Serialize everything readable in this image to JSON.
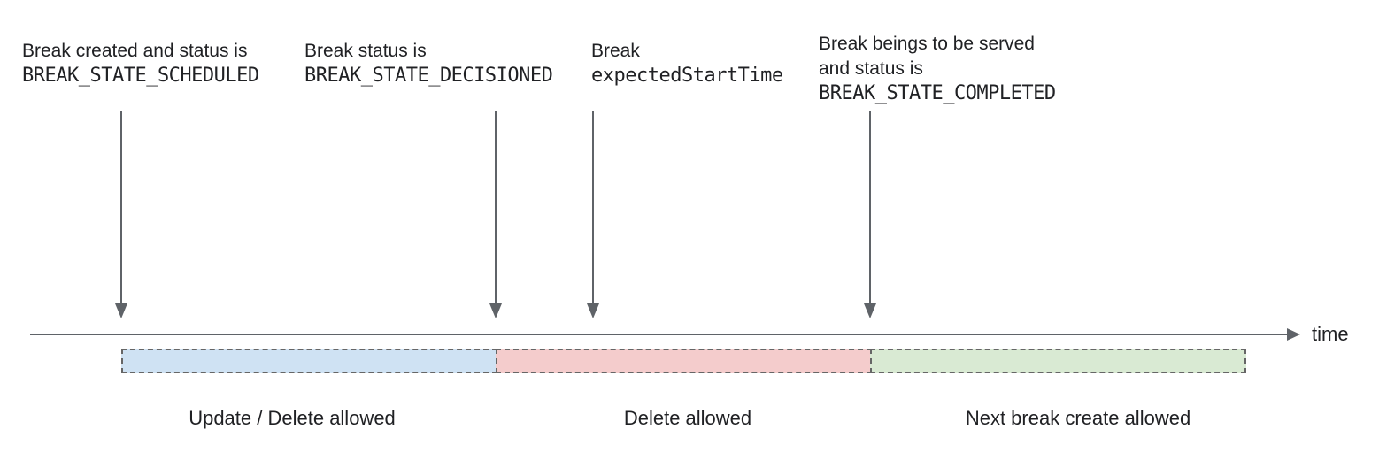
{
  "annotations": [
    {
      "line1": "Break created and status is",
      "line2": "BREAK_STATE_SCHEDULED"
    },
    {
      "line1": "Break status is",
      "line2": "BREAK_STATE_DECISIONED"
    },
    {
      "line1": "Break",
      "line2": "expectedStartTime"
    },
    {
      "line1": "Break beings to be served",
      "line2": "and status is",
      "line3": "BREAK_STATE_COMPLETED"
    }
  ],
  "timeline": {
    "axis_label": "time"
  },
  "segments": [
    {
      "label": "Update / Delete allowed",
      "color": "#cfe2f3"
    },
    {
      "label": "Delete allowed",
      "color": "#f4cccc"
    },
    {
      "label": "Next break create allowed",
      "color": "#d9ead3"
    }
  ],
  "colors": {
    "arrow_gray": "#5f6368",
    "border_gray": "#666666",
    "text": "#202124",
    "segment_blue": "#cfe2f3",
    "segment_red": "#f4cccc",
    "segment_green": "#d9ead3"
  }
}
